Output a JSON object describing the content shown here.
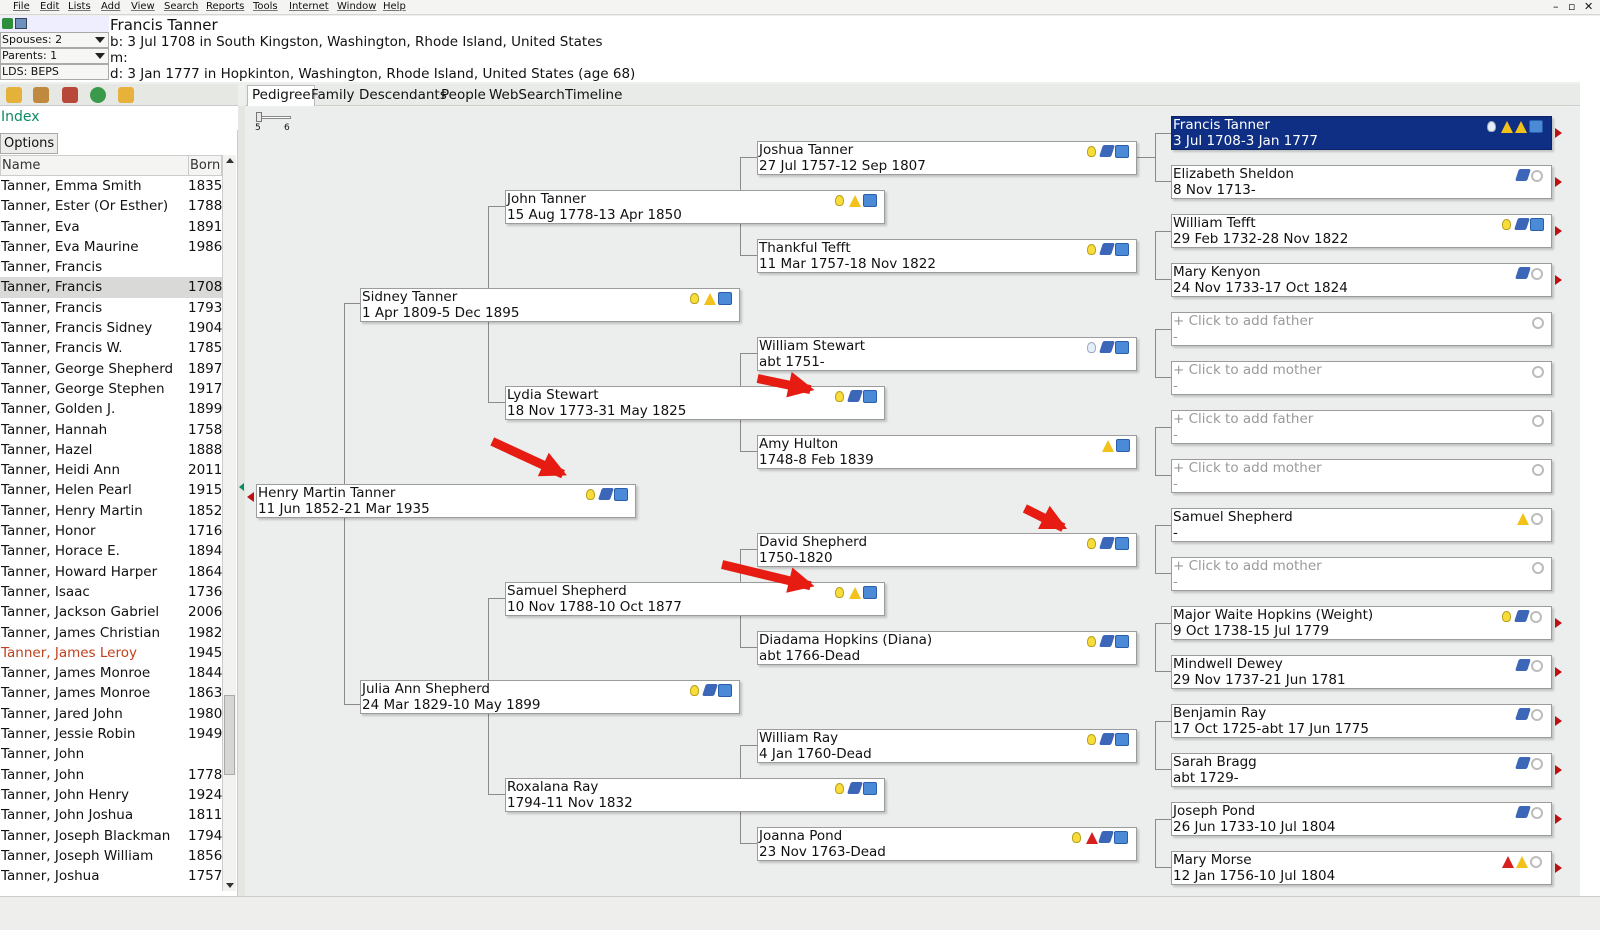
{
  "menu": [
    "File",
    "Edit",
    "Lists",
    "Add",
    "View",
    "Search",
    "Reports",
    "Tools",
    "Internet",
    "Window",
    "Help"
  ],
  "window_controls": [
    "–",
    "▫",
    "✕"
  ],
  "header": {
    "name": "Francis Tanner",
    "birth": "b: 3 Jul 1708 in South Kingston, Washington, Rhode Island, United States",
    "marriage": "m:",
    "death": "d: 3 Jan 1777 in Hopkinton, Washington, Rhode Island, United States (age 68)",
    "spouses": "Spouses: 2",
    "parents": "Parents: 1",
    "lds": "LDS: BEPS"
  },
  "tabs": [
    "Pedigree",
    "Family",
    "Descendants",
    "People",
    "WebSearch",
    "Timeline"
  ],
  "active_tab": "Pedigree",
  "generation_slider": {
    "min_label": "5",
    "max_label": "6"
  },
  "index": {
    "title": "Index",
    "options_label": "Options",
    "col_name": "Name",
    "col_born": "Born",
    "rows": [
      {
        "name": "Tanner, Emma Smith",
        "born": "1835"
      },
      {
        "name": "Tanner, Ester (Or Esther)",
        "born": "1788"
      },
      {
        "name": "Tanner, Eva",
        "born": "1891"
      },
      {
        "name": "Tanner, Eva Maurine",
        "born": "1986"
      },
      {
        "name": "Tanner, Francis",
        "born": ""
      },
      {
        "name": "Tanner, Francis",
        "born": "1708"
      },
      {
        "name": "Tanner, Francis",
        "born": "1793"
      },
      {
        "name": "Tanner, Francis Sidney",
        "born": "1904"
      },
      {
        "name": "Tanner, Francis W.",
        "born": "1785"
      },
      {
        "name": "Tanner, George Shepherd",
        "born": "1897"
      },
      {
        "name": "Tanner, George Stephen",
        "born": "1917"
      },
      {
        "name": "Tanner, Golden J.",
        "born": "1899"
      },
      {
        "name": "Tanner, Hannah",
        "born": "1758"
      },
      {
        "name": "Tanner, Hazel",
        "born": "1888"
      },
      {
        "name": "Tanner, Heidi Ann",
        "born": "2011"
      },
      {
        "name": "Tanner, Helen Pearl",
        "born": "1915"
      },
      {
        "name": "Tanner, Henry Martin",
        "born": "1852"
      },
      {
        "name": "Tanner, Honor",
        "born": "1716"
      },
      {
        "name": "Tanner, Horace E.",
        "born": "1894"
      },
      {
        "name": "Tanner, Howard Harper",
        "born": "1864"
      },
      {
        "name": "Tanner, Isaac",
        "born": "1736"
      },
      {
        "name": "Tanner, Jackson Gabriel",
        "born": "2006"
      },
      {
        "name": "Tanner, James Christian",
        "born": "1982"
      },
      {
        "name": "Tanner, James Leroy",
        "born": "1945"
      },
      {
        "name": "Tanner, James Monroe",
        "born": "1844"
      },
      {
        "name": "Tanner, James Monroe",
        "born": "1863"
      },
      {
        "name": "Tanner, Jared John",
        "born": "1980"
      },
      {
        "name": "Tanner, Jessie Robin",
        "born": "1949"
      },
      {
        "name": "Tanner, John",
        "born": ""
      },
      {
        "name": "Tanner, John",
        "born": "1778"
      },
      {
        "name": "Tanner, John Henry",
        "born": "1924"
      },
      {
        "name": "Tanner, John Joshua",
        "born": "1811"
      },
      {
        "name": "Tanner, Joseph Blackman",
        "born": "1794"
      },
      {
        "name": "Tanner, Joseph William",
        "born": "1856"
      },
      {
        "name": "Tanner, Joshua",
        "born": "1757"
      }
    ]
  },
  "pedigree": {
    "root": {
      "name": "Henry Martin Tanner",
      "dates": "11 Jun 1852-21 Mar 1935"
    },
    "gen1": [
      {
        "name": "Sidney Tanner",
        "dates": "1 Apr 1809-5 Dec 1895"
      },
      {
        "name": "Julia Ann Shepherd",
        "dates": "24 Mar 1829-10 May 1899"
      }
    ],
    "gen2": [
      {
        "name": "John Tanner",
        "dates": "15 Aug 1778-13 Apr 1850"
      },
      {
        "name": "Lydia Stewart",
        "dates": "18 Nov 1773-31 May 1825"
      },
      {
        "name": "Samuel Shepherd",
        "dates": "10 Nov 1788-10 Oct 1877"
      },
      {
        "name": "Roxalana Ray",
        "dates": "1794-11 Nov 1832"
      }
    ],
    "gen3": [
      {
        "name": "Joshua Tanner",
        "dates": "27 Jul 1757-12 Sep 1807"
      },
      {
        "name": "Thankful Tefft",
        "dates": "11 Mar 1757-18 Nov 1822"
      },
      {
        "name": "William Stewart",
        "dates": "abt 1751-"
      },
      {
        "name": "Amy Hulton",
        "dates": "1748-8 Feb 1839"
      },
      {
        "name": "David Shepherd",
        "dates": "1750-1820"
      },
      {
        "name": "Diadama Hopkins (Diana)",
        "dates": "abt 1766-Dead"
      },
      {
        "name": "William Ray",
        "dates": "4 Jan 1760-Dead"
      },
      {
        "name": "Joanna Pond",
        "dates": "23 Nov 1763-Dead"
      }
    ],
    "gen4": [
      {
        "name": "Francis Tanner",
        "dates": "3 Jul 1708-3 Jan 1777"
      },
      {
        "name": "Elizabeth Sheldon",
        "dates": "8 Nov 1713-"
      },
      {
        "name": "William Tefft",
        "dates": "29 Feb 1732-28 Nov 1822"
      },
      {
        "name": "Mary Kenyon",
        "dates": "24 Nov 1733-17 Oct 1824"
      },
      {
        "name": "+ Click to add father",
        "dates": "-"
      },
      {
        "name": "+ Click to add mother",
        "dates": "-"
      },
      {
        "name": "+ Click to add father",
        "dates": "-"
      },
      {
        "name": "+ Click to add mother",
        "dates": "-"
      },
      {
        "name": "Samuel Shepherd",
        "dates": "-"
      },
      {
        "name": "+ Click to add mother",
        "dates": "-"
      },
      {
        "name": "Major Waite Hopkins (Weight)",
        "dates": "9 Oct 1738-15 Jul 1779"
      },
      {
        "name": "Mindwell Dewey",
        "dates": "29 Nov 1737-21 Jun 1781"
      },
      {
        "name": "Benjamin Ray",
        "dates": "17 Oct 1725-abt 17 Jun 1775"
      },
      {
        "name": "Sarah Bragg",
        "dates": "abt 1729-"
      },
      {
        "name": "Joseph Pond",
        "dates": "26 Jun 1733-10 Jul 1804"
      },
      {
        "name": "Mary Morse",
        "dates": "12 Jan 1756-10 Jul 1804"
      }
    ]
  },
  "colors": {
    "focus_bg": "#0f2f85",
    "index_title": "#0c8a63",
    "arrow": "#e61b12",
    "highlight_name": "#c0401c"
  }
}
